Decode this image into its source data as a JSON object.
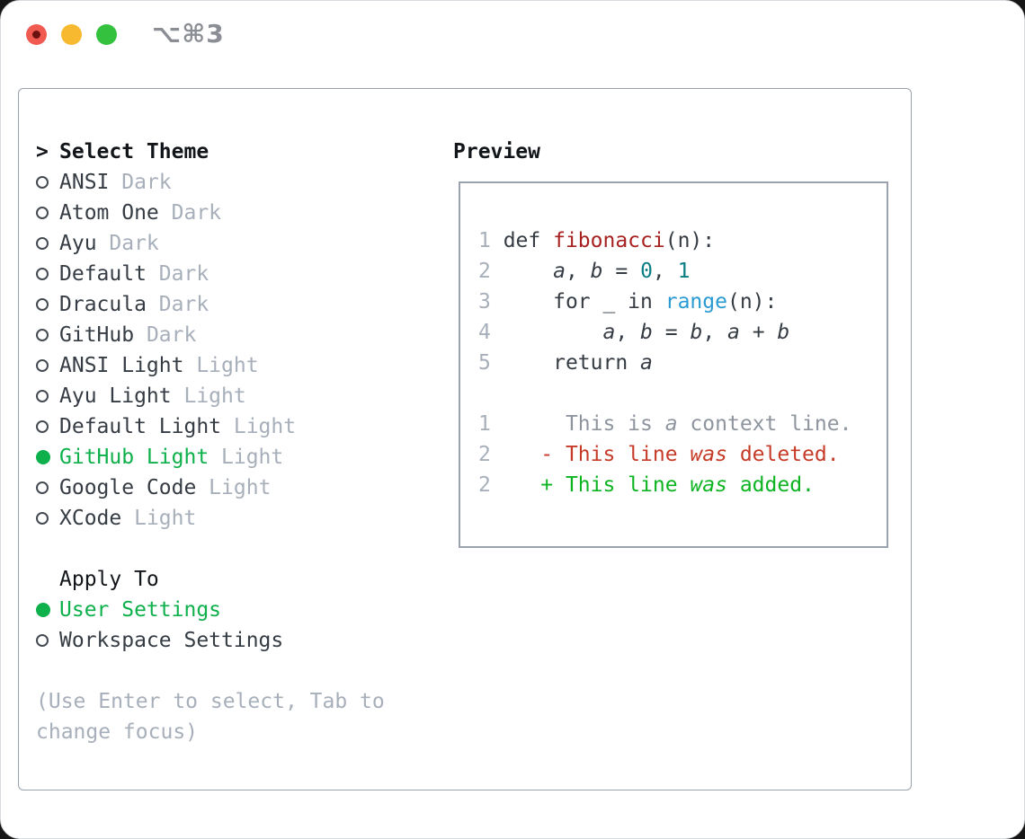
{
  "window": {
    "title": "⌥⌘3"
  },
  "titlebar": {
    "buttons": [
      {
        "name": "close",
        "color": "#f15a51"
      },
      {
        "name": "minimize",
        "color": "#f7b92f"
      },
      {
        "name": "zoom",
        "color": "#33c13e"
      }
    ]
  },
  "theme_panel": {
    "header_marker": ">",
    "header_label": "Select Theme",
    "themes": [
      {
        "name": "ANSI",
        "variant": "Dark",
        "selected": false
      },
      {
        "name": "Atom One",
        "variant": "Dark",
        "selected": false
      },
      {
        "name": "Ayu",
        "variant": "Dark",
        "selected": false
      },
      {
        "name": "Default",
        "variant": "Dark",
        "selected": false
      },
      {
        "name": "Dracula",
        "variant": "Dark",
        "selected": false
      },
      {
        "name": "GitHub",
        "variant": "Dark",
        "selected": false
      },
      {
        "name": "ANSI Light",
        "variant": "Light",
        "selected": false
      },
      {
        "name": "Ayu Light",
        "variant": "Light",
        "selected": false
      },
      {
        "name": "Default Light",
        "variant": "Light",
        "selected": false
      },
      {
        "name": "GitHub Light",
        "variant": "Light",
        "selected": true
      },
      {
        "name": "Google Code",
        "variant": "Light",
        "selected": false
      },
      {
        "name": "XCode",
        "variant": "Light",
        "selected": false
      }
    ],
    "apply_to_label": "Apply To",
    "apply_options": [
      {
        "label": "User Settings",
        "selected": true
      },
      {
        "label": "Workspace Settings",
        "selected": false
      }
    ],
    "hint": "(Use Enter to select, Tab to change focus)"
  },
  "preview": {
    "label": "Preview",
    "lines": [
      {
        "tokens": [
          {
            "t": "1 ",
            "c": "ln"
          },
          {
            "t": "def ",
            "c": "code"
          },
          {
            "t": "fibonacci",
            "c": "fn"
          },
          {
            "t": "(n):",
            "c": "code"
          }
        ]
      },
      {
        "tokens": [
          {
            "t": "2 ",
            "c": "ln"
          },
          {
            "t": "    ",
            "c": "code"
          },
          {
            "t": "a",
            "c": "var"
          },
          {
            "t": ", ",
            "c": "code"
          },
          {
            "t": "b",
            "c": "var"
          },
          {
            "t": " = ",
            "c": "code"
          },
          {
            "t": "0",
            "c": "lit"
          },
          {
            "t": ", ",
            "c": "code"
          },
          {
            "t": "1",
            "c": "lit"
          }
        ]
      },
      {
        "tokens": [
          {
            "t": "3 ",
            "c": "ln"
          },
          {
            "t": "    for _ in ",
            "c": "code"
          },
          {
            "t": "range",
            "c": "blt"
          },
          {
            "t": "(n):",
            "c": "code"
          }
        ]
      },
      {
        "tokens": [
          {
            "t": "4 ",
            "c": "ln"
          },
          {
            "t": "        ",
            "c": "code"
          },
          {
            "t": "a",
            "c": "var"
          },
          {
            "t": ", ",
            "c": "code"
          },
          {
            "t": "b",
            "c": "var"
          },
          {
            "t": " = ",
            "c": "code"
          },
          {
            "t": "b",
            "c": "var"
          },
          {
            "t": ", ",
            "c": "code"
          },
          {
            "t": "a",
            "c": "var"
          },
          {
            "t": " + ",
            "c": "code"
          },
          {
            "t": "b",
            "c": "var"
          }
        ]
      },
      {
        "tokens": [
          {
            "t": "5 ",
            "c": "ln"
          },
          {
            "t": "    return ",
            "c": "code"
          },
          {
            "t": "a",
            "c": "var"
          }
        ]
      },
      {
        "tokens": []
      },
      {
        "tokens": [
          {
            "t": "1 ",
            "c": "ln"
          },
          {
            "t": "     This is ",
            "c": "ctx"
          },
          {
            "t": "a",
            "c": "ctxi"
          },
          {
            "t": " context line.",
            "c": "ctx"
          }
        ]
      },
      {
        "tokens": [
          {
            "t": "2 ",
            "c": "ln"
          },
          {
            "t": "   - This line ",
            "c": "del"
          },
          {
            "t": "was",
            "c": "deli"
          },
          {
            "t": " deleted.",
            "c": "del"
          }
        ]
      },
      {
        "tokens": [
          {
            "t": "2 ",
            "c": "ln"
          },
          {
            "t": "   + This line ",
            "c": "add"
          },
          {
            "t": "was",
            "c": "addi"
          },
          {
            "t": " added.",
            "c": "add"
          }
        ]
      }
    ]
  },
  "colors": {
    "selected_green": "#0db04a",
    "added_green": "#0db422",
    "deleted_red": "#c63a28",
    "function_red": "#a82121",
    "literal_teal": "#0b7e84",
    "builtin_blue": "#2a9bd2",
    "text_dark": "#363c44",
    "text_black": "#121519",
    "muted_gray": "#a7afba",
    "context_gray": "#8e959e",
    "border_gray": "#9aa3ad",
    "traffic_red": "#f15a51",
    "traffic_red_dot": "#6b1210",
    "traffic_yellow": "#f7b92f",
    "traffic_green": "#33c13e",
    "title_gray": "#8b8e94"
  }
}
